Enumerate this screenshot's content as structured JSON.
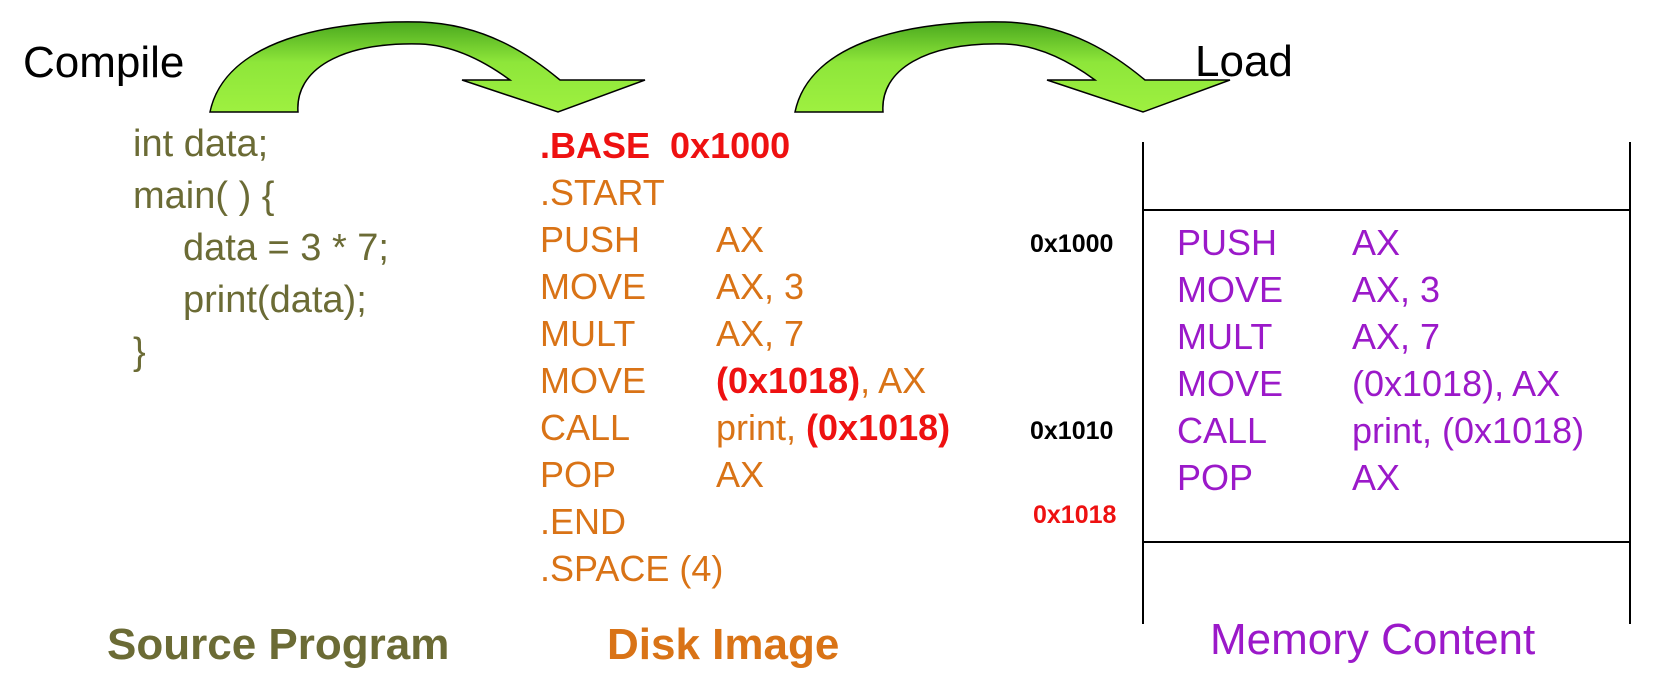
{
  "labels": {
    "compile": "Compile",
    "load": "Load"
  },
  "source": {
    "lines": [
      "int data;",
      "main( ) {",
      "data = 3 * 7;",
      "print(data);",
      "}"
    ],
    "caption": "Source Program"
  },
  "disk": {
    "base": ".BASE  0x1000",
    "start": ".START",
    "rows": [
      {
        "op": "PUSH",
        "arg": "AX"
      },
      {
        "op": "MOVE",
        "arg": "AX, 3"
      },
      {
        "op": "MULT",
        "arg": "AX, 7"
      },
      {
        "op": "MOVE",
        "arg_hl": "(0x1018)",
        "arg_rest": ", AX"
      },
      {
        "op": "CALL",
        "arg_pre": "print, ",
        "arg_hl": "(0x1018)"
      },
      {
        "op": "POP",
        "arg": "AX"
      }
    ],
    "end": ".END",
    "space": ".SPACE (4)",
    "caption": "Disk Image"
  },
  "memory": {
    "addresses": [
      "0x1000",
      "0x1010",
      "0x1018"
    ],
    "rows": [
      {
        "op": "PUSH",
        "arg": "AX"
      },
      {
        "op": "MOVE",
        "arg": "AX, 3"
      },
      {
        "op": "MULT",
        "arg": "AX, 7"
      },
      {
        "op": "MOVE",
        "arg": "(0x1018), AX"
      },
      {
        "op": "CALL",
        "arg": "print, (0x1018)"
      },
      {
        "op": "POP",
        "arg": "AX"
      }
    ],
    "caption": "Memory Content"
  },
  "colors": {
    "arrow_fill": "#8ee63a",
    "arrow_dark": "#4aa81e",
    "source_text": "#6b6b35",
    "disk_text": "#d97316",
    "highlight": "#ee1111",
    "memory_text": "#9b19c9"
  }
}
